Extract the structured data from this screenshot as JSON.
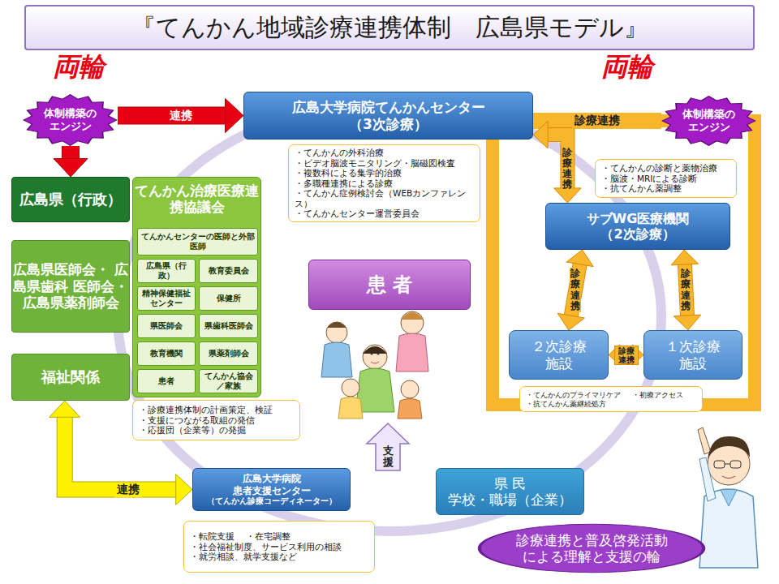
{
  "diagram": {
    "title": "『てんかん地域診療連携体制　広島県モデル』",
    "nodes": [
      {
        "text": [
          "広島大学病院てんかんセンター",
          "（3次診療）"
        ]
      },
      {
        "text": [
          "体制構築の エンジン"
        ]
      },
      {
        "text": [
          "体制構築の エンジン"
        ]
      },
      {
        "text": [
          "広島県（行政）"
        ]
      },
      {
        "text": [
          "てんかん治療医療連携協議会"
        ]
      },
      {
        "text": [
          "てんかんセンターの医師と外部医師"
        ],
        "in": 4
      },
      {
        "text": [
          "広島県（行政）"
        ],
        "in": 4
      },
      {
        "text": [
          "教育委員会"
        ],
        "in": 4
      },
      {
        "text": [
          "精神保健福祉センター"
        ],
        "in": 4
      },
      {
        "text": [
          "保健所"
        ],
        "in": 4
      },
      {
        "text": [
          "県医師会"
        ],
        "in": 4
      },
      {
        "text": [
          "県歯科医師会"
        ],
        "in": 4
      },
      {
        "text": [
          "教育機関"
        ],
        "in": 4
      },
      {
        "text": [
          "県薬剤師会"
        ],
        "in": 4
      },
      {
        "text": [
          "患者"
        ],
        "in": 4
      },
      {
        "text": [
          "てんかん協会／家族"
        ],
        "in": 4
      },
      {
        "text": [
          "広島県医師会・ 広島県歯科 医師会・ 広島県薬剤師会"
        ]
      },
      {
        "text": [
          "福祉関係"
        ]
      },
      {
        "text": [
          "患 者"
        ]
      },
      {
        "text": [
          "サブWG医療機関",
          "（2次診療）"
        ]
      },
      {
        "text": [
          "２次診療",
          "施設"
        ]
      },
      {
        "text": [
          "１次診療",
          "施設"
        ]
      },
      {
        "text": [
          "広島大学病院",
          "患者支援センター",
          "（てんかん診療コーディネーター）"
        ]
      },
      {
        "text": [
          "県 民",
          "学校・職場（企業）"
        ]
      },
      {
        "text": [
          "診療連携と普及啓発活動",
          "による理解と支援の輪"
        ]
      },
      {
        "text": [
          "・てんかんの外科治療",
          "・ビデオ脳波モニタリング・脳磁図検査",
          "・複数科による集学的治療",
          "・多職種連携による診療",
          "・てんかん症例検討会（WEBカンファレンス）",
          "・てんかんセンター運営委員会"
        ]
      },
      {
        "text": [
          "・てんかんの診断と薬物治療",
          "・脳波・MRIによる診断",
          "・抗てんかん薬調整"
        ]
      },
      {
        "text": [
          "・てんかんのプライマリケア",
          "・初療アクセス",
          "・抗てんかん薬継続処方"
        ]
      },
      {
        "text": [
          "・診療連携体制の計画策定、検証",
          "・支援につながる取組の発信",
          "・応援団（企業等）の発掘"
        ]
      },
      {
        "text": [
          "・転院支援",
          "・在宅調整",
          "・社会福祉制度、サービス利用の相談",
          "・就労相談、就学支援など"
        ]
      }
    ],
    "edges": [
      {
        "from": 1,
        "to": 0,
        "arrow": "to",
        "label": "連携"
      },
      {
        "from": 1,
        "to": 3,
        "arrow": "to"
      },
      {
        "from": 0,
        "to": 2,
        "arrow": "none",
        "label": "診療連携"
      },
      {
        "from": 0,
        "to": 19,
        "arrow": "both",
        "label": "診療連携"
      },
      {
        "from": 19,
        "to": 20,
        "arrow": "both",
        "label": "診療連携"
      },
      {
        "from": 19,
        "to": 21,
        "arrow": "both",
        "label": "診療連携"
      },
      {
        "from": 20,
        "to": 21,
        "arrow": "both",
        "label": "診療連携"
      },
      {
        "from": 22,
        "to": 17,
        "arrow": "both",
        "label": "連携"
      }
    ],
    "labels": [
      "両輪",
      "両輪",
      "支援"
    ]
  }
}
